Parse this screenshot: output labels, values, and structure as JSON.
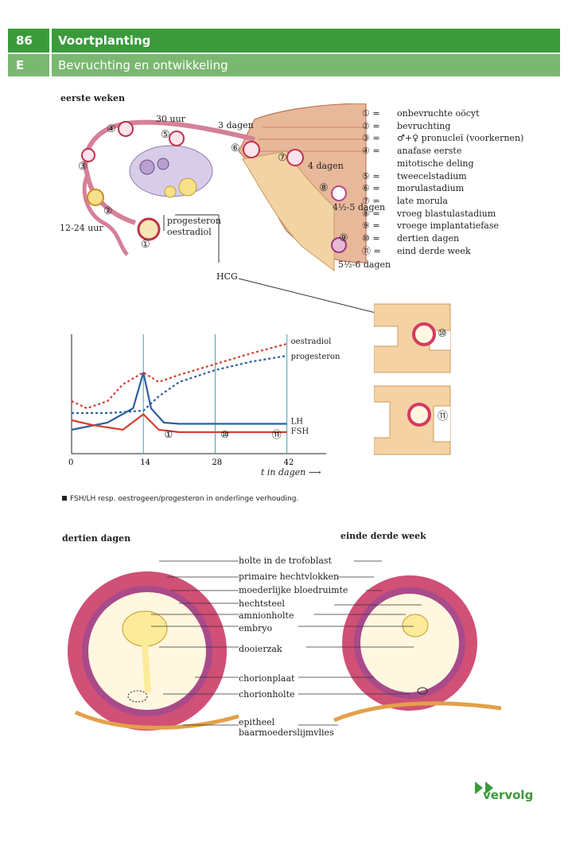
{
  "header": {
    "page_number": "86",
    "chapter": "Voortplanting",
    "section_letter": "E",
    "section": "Bevruchting en ontwikkeling"
  },
  "top_figure": {
    "title": "eerste weken",
    "labels": {
      "h30": "30 uur",
      "d3": "3 dagen",
      "d4": "4 dagen",
      "d45": "4½-5 dagen",
      "d56": "5½-6 dagen",
      "h1224": "12-24 uur",
      "prog": "progesteron",
      "oestr": "oestradiol",
      "hcg": "HCG"
    },
    "markers": [
      "①",
      "②",
      "③",
      "④",
      "⑤",
      "⑥",
      "⑦",
      "⑧",
      "⑨",
      "⑩",
      "⑪"
    ]
  },
  "legend": [
    {
      "key": "① =",
      "text": "onbevruchte oöcyt"
    },
    {
      "key": "② =",
      "text": "bevruchting"
    },
    {
      "key": "③ =",
      "text": "♂+♀ pronucleï (voorkernen)"
    },
    {
      "key": "④ =",
      "text": "anafase eerste"
    },
    {
      "key": "",
      "text": "mitotische deling"
    },
    {
      "key": "⑤ =",
      "text": "tweecelstadium"
    },
    {
      "key": "⑥ =",
      "text": "morulastadium"
    },
    {
      "key": "⑦ =",
      "text": "late morula"
    },
    {
      "key": "⑧ =",
      "text": "vroeg blastulastadium"
    },
    {
      "key": "⑨ =",
      "text": "vroege implantatiefase"
    },
    {
      "key": "⑩ =",
      "text": "dertien dagen"
    },
    {
      "key": "⑪ =",
      "text": "eind derde week"
    }
  ],
  "chart_data": {
    "type": "line",
    "xlabel": "t in dagen",
    "x_ticks": [
      0,
      14,
      28,
      42
    ],
    "series": [
      {
        "name": "oestradiol",
        "color": "#d04030",
        "style": "dashed",
        "x": [
          0,
          3,
          7,
          10,
          14,
          17,
          21,
          28,
          35,
          42
        ],
        "y": [
          44,
          38,
          44,
          58,
          68,
          60,
          66,
          75,
          84,
          92
        ]
      },
      {
        "name": "progesteron",
        "color": "#2f5f9f",
        "style": "dashed",
        "x": [
          0,
          7,
          14,
          17,
          21,
          28,
          35,
          42
        ],
        "y": [
          34,
          34,
          36,
          48,
          60,
          70,
          77,
          82
        ]
      },
      {
        "name": "LH",
        "color": "#2f5f9f",
        "style": "solid",
        "x": [
          0,
          7,
          12,
          14,
          15.5,
          18,
          21,
          28,
          42
        ],
        "y": [
          20,
          26,
          38,
          68,
          38,
          26,
          25,
          25,
          25
        ]
      },
      {
        "name": "FSH",
        "color": "#d04030",
        "style": "solid",
        "x": [
          0,
          4,
          10,
          14,
          17,
          21,
          28,
          42
        ],
        "y": [
          28,
          24,
          20,
          33,
          20,
          18,
          18,
          18
        ]
      }
    ],
    "markers": [
      {
        "x": 19,
        "label": "①"
      },
      {
        "x": 30,
        "label": "⑩"
      },
      {
        "x": 40,
        "label": "⑪"
      }
    ]
  },
  "caption": "FSH/LH resp. oestrogeen/progesteron in onderlinge verhouding.",
  "bottom_figure": {
    "left_title": "dertien dagen",
    "right_title": "einde derde week",
    "labels": [
      "holte in de trofoblast",
      "primaire hechtvlokken",
      "moederlijke bloedruimte",
      "hechtsteel",
      "amnionholte",
      "embryo",
      "dooierzak",
      "chorionplaat",
      "chorionholte",
      "epitheel",
      "baarmoederslijmvlies"
    ]
  },
  "footer": {
    "next": "vervolg"
  }
}
